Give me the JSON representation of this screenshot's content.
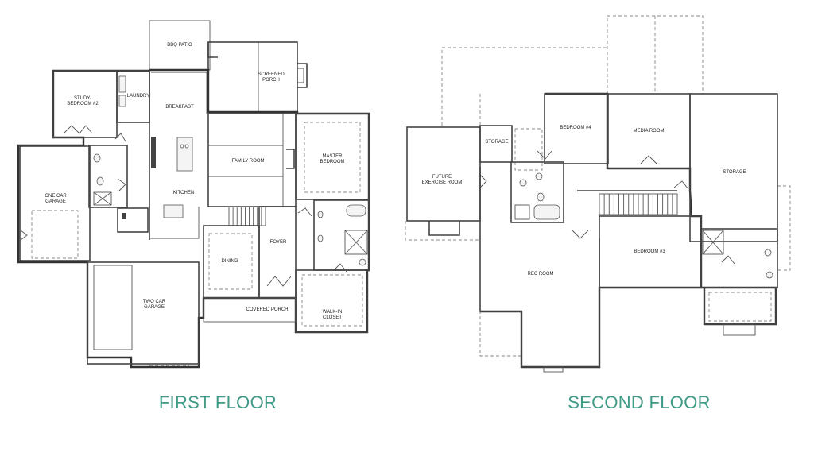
{
  "first_floor": {
    "caption": "FIRST FLOOR",
    "rooms": {
      "bbq_patio": "BBQ PATIO",
      "screened_porch": [
        "SCREENED",
        "PORCH"
      ],
      "study": [
        "STUDY/",
        "BEDROOM #2"
      ],
      "laundry": "LAUNDRY",
      "breakfast": "BREAKFAST",
      "family_room": "FAMILY ROOM",
      "master_bedroom": [
        "MASTER",
        "BEDROOM"
      ],
      "one_car_garage": [
        "ONE CAR",
        "GARAGE"
      ],
      "kitchen": "KITCHEN",
      "dining": "DINING",
      "foyer": "FOYER",
      "covered_porch": "COVERED PORCH",
      "walk_in_closet": [
        "WALK-IN",
        "CLOSET"
      ],
      "two_car_garage": [
        "TWO CAR",
        "GARAGE"
      ]
    }
  },
  "second_floor": {
    "caption": "SECOND FLOOR",
    "rooms": {
      "storage_left": "STORAGE",
      "bedroom_4": "BEDROOM #4",
      "media_room": "MEDIA ROOM",
      "future_exercise_room": [
        "FUTURE",
        "EXERCISE ROOM"
      ],
      "storage_right": "STORAGE",
      "rec_room": "REC ROOM",
      "bedroom_3": "BEDROOM #3"
    }
  }
}
